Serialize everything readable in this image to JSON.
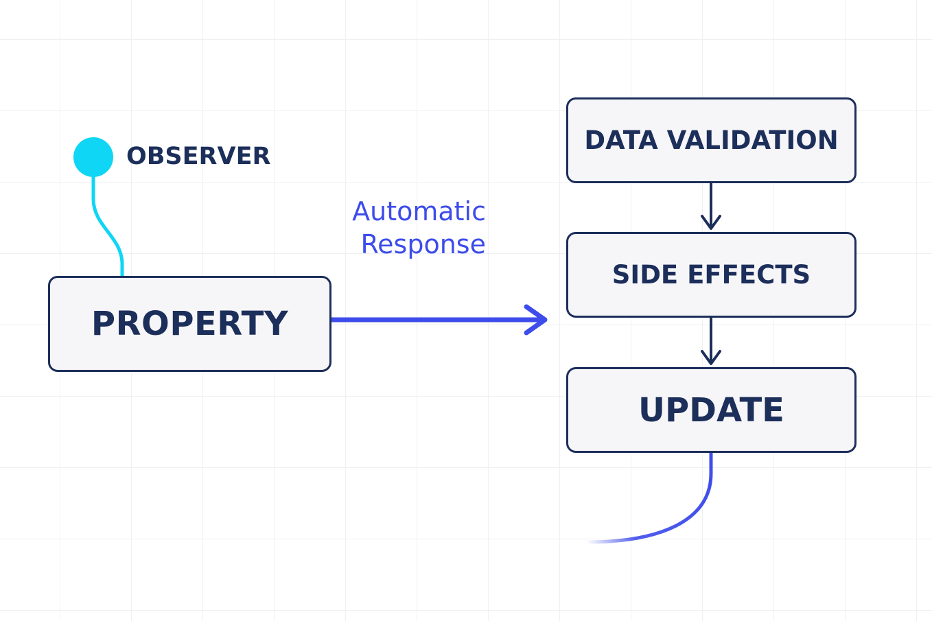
{
  "diagram": {
    "observer": {
      "label": "OBSERVER"
    },
    "property": {
      "label": "PROPERTY"
    },
    "connector": {
      "line1": "Automatic",
      "line2": "Response"
    },
    "steps": [
      {
        "label": "DATA VALIDATION"
      },
      {
        "label": "SIDE EFFECTS"
      },
      {
        "label": "UPDATE"
      }
    ]
  },
  "colors": {
    "box_border": "#1c2e5a",
    "box_fill": "#f6f6f8",
    "text_dark": "#1c2e5a",
    "observer_cyan": "#0fd6f4",
    "arrow_blue": "#3d4cea",
    "grid": "#eef0f4"
  }
}
